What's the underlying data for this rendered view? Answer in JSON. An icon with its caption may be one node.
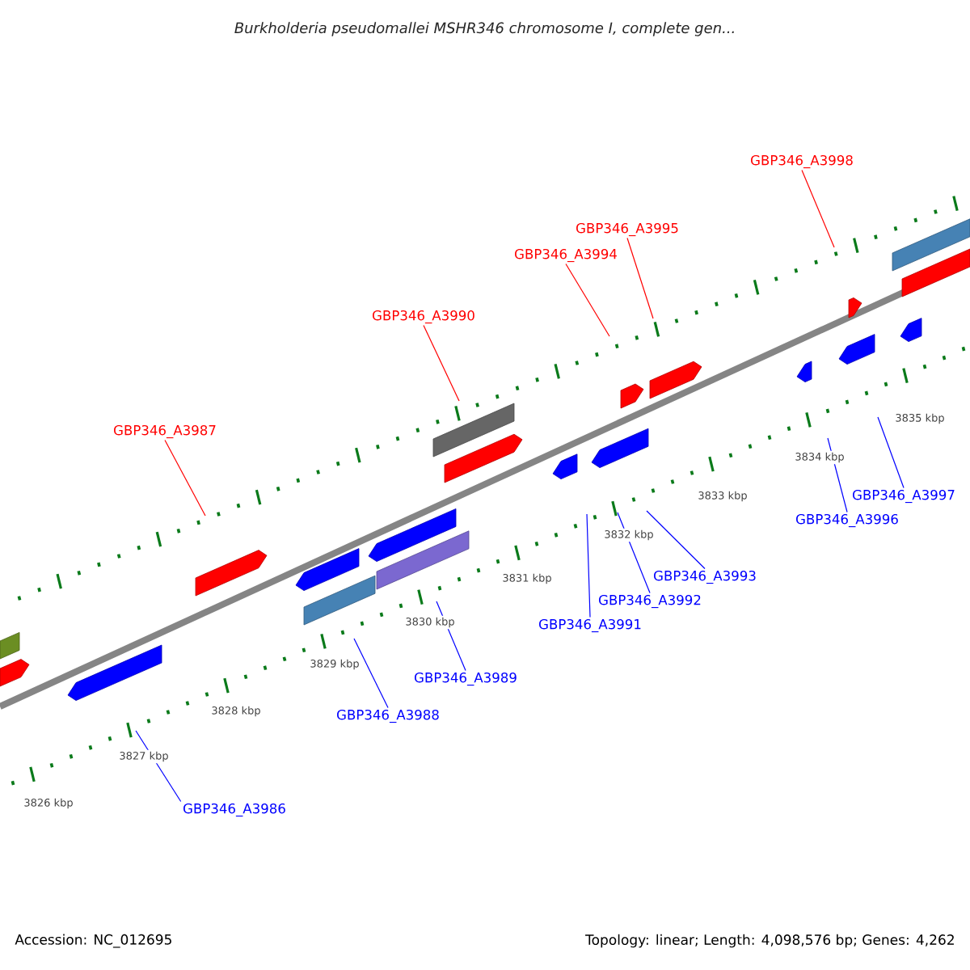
{
  "diagram": {
    "title": "Burkholderia pseudomallei MSHR346 chromosome I, complete gen...",
    "nodes": [
      {
        "text": [
          "GBP346_A3998"
        ]
      },
      {
        "text": [
          "GBP346_A3995"
        ]
      },
      {
        "text": [
          "GBP346_A3994"
        ]
      },
      {
        "text": [
          "GBP346_A3990"
        ]
      },
      {
        "text": [
          "GBP346_A3987"
        ]
      },
      {
        "text": [
          "GBP346_A3997"
        ]
      },
      {
        "text": [
          "GBP346_A3996"
        ]
      },
      {
        "text": [
          "GBP346_A3993"
        ]
      },
      {
        "text": [
          "GBP346_A3992"
        ]
      },
      {
        "text": [
          "GBP346_A3991"
        ]
      },
      {
        "text": [
          "GBP346_A3989"
        ]
      },
      {
        "text": [
          "GBP346_A3988"
        ]
      },
      {
        "text": [
          "GBP346_A3986"
        ]
      }
    ],
    "edges": [
      {
        "from": 0,
        "to": null,
        "arrow": "none",
        "color": "#ff0000"
      },
      {
        "from": 1,
        "to": null,
        "arrow": "none",
        "color": "#ff0000"
      },
      {
        "from": 2,
        "to": null,
        "arrow": "none",
        "color": "#ff0000"
      },
      {
        "from": 3,
        "to": null,
        "arrow": "none",
        "color": "#ff0000"
      },
      {
        "from": 4,
        "to": null,
        "arrow": "none",
        "color": "#ff0000"
      },
      {
        "from": 5,
        "to": null,
        "arrow": "none",
        "color": "#0000ff"
      },
      {
        "from": 6,
        "to": null,
        "arrow": "none",
        "color": "#0000ff"
      },
      {
        "from": 7,
        "to": null,
        "arrow": "none",
        "color": "#0000ff"
      },
      {
        "from": 8,
        "to": null,
        "arrow": "none",
        "color": "#0000ff"
      },
      {
        "from": 9,
        "to": null,
        "arrow": "none",
        "color": "#0000ff"
      },
      {
        "from": 10,
        "to": null,
        "arrow": "none",
        "color": "#0000ff"
      },
      {
        "from": 11,
        "to": null,
        "arrow": "none",
        "color": "#0000ff"
      },
      {
        "from": 12,
        "to": null,
        "arrow": "none",
        "color": "#0000ff"
      }
    ],
    "labels": [
      "3835 kbp",
      "3834 kbp",
      "3833 kbp",
      "3832 kbp",
      "3831 kbp",
      "3830 kbp",
      "3829 kbp",
      "3828 kbp",
      "3827 kbp",
      "3826 kbp",
      "Accession: NC_012695",
      "Topology: linear; Length: 4,098,576 bp; Genes: 4,262"
    ]
  }
}
